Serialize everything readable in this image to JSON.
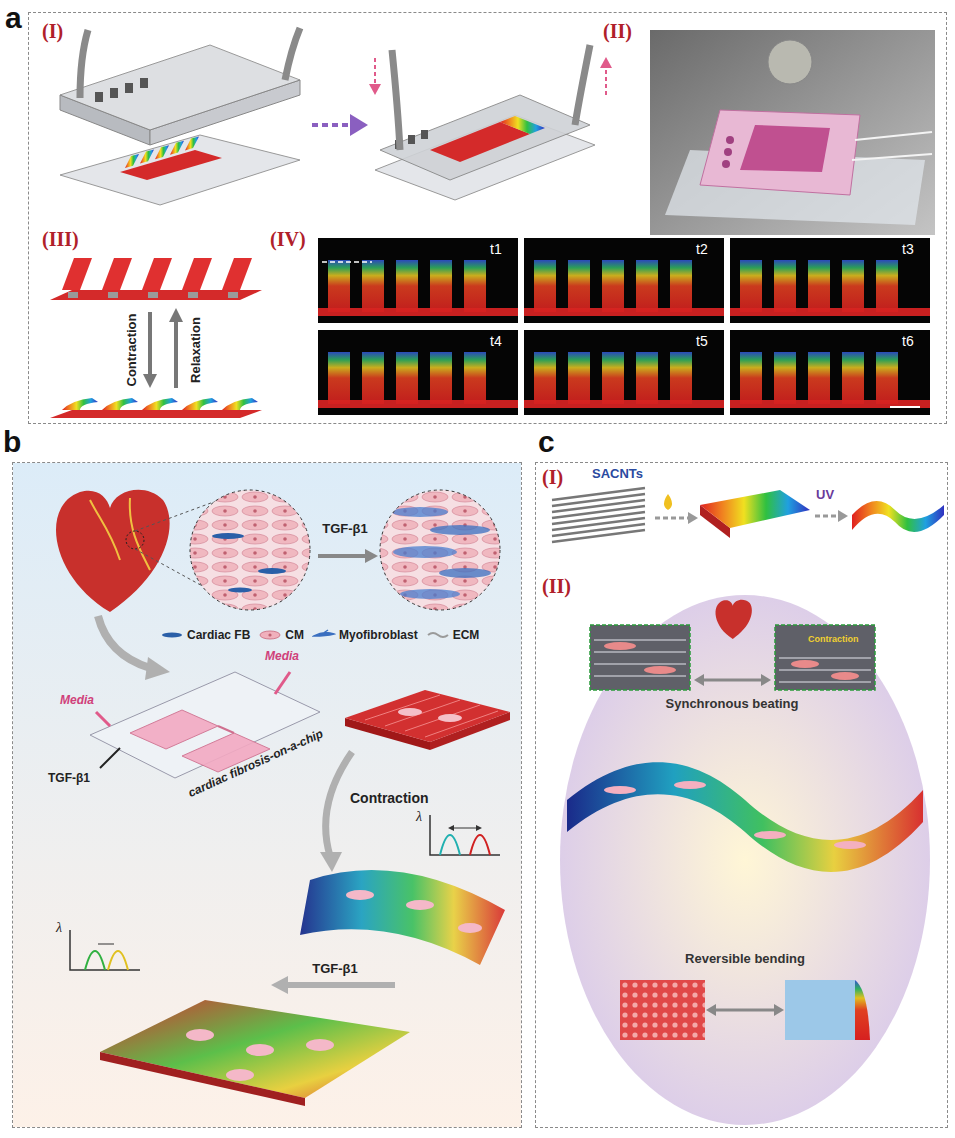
{
  "diagram": {
    "nodes": [
      {
        "text": [
          "a"
        ]
      },
      {
        "text": [
          "b"
        ]
      },
      {
        "text": [
          "c"
        ]
      }
    ],
    "labels": [
      "(I)",
      "(II)",
      "(III)",
      "Contraction",
      "Relaxation",
      "(IV)",
      "t1",
      "t2",
      "t3",
      "t4",
      "t5",
      "t6",
      "TGF-β1",
      "Media",
      "Media",
      "TGF-β1",
      "cardiac fibrosis-on-a-chip",
      "Contraction",
      "λ",
      "λ",
      "TGF-β1",
      "(I)",
      "SACNTs",
      "UV",
      "(II)",
      "Synchronous beating",
      "Contraction",
      "Reversible bending"
    ],
    "legend": [
      {
        "text": "Cardiac FB"
      },
      {
        "text": "CM"
      },
      {
        "text": "Myofibroblast"
      },
      {
        "text": "ECM"
      }
    ]
  }
}
